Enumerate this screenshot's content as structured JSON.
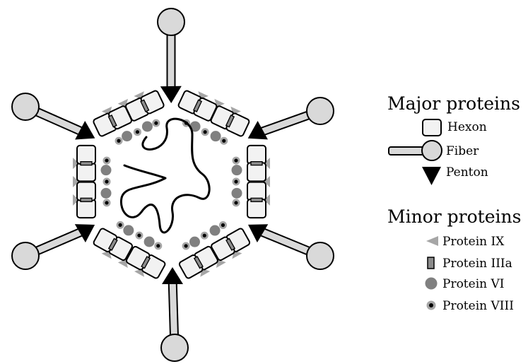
{
  "legend": {
    "major_title": "Major proteins",
    "major_items": [
      "Hexon",
      "Fiber",
      "Penton"
    ],
    "minor_title": "Minor proteins",
    "minor_items": [
      "Protein IX",
      "Protein IIIa",
      "Protein VI",
      "Protein VIII"
    ]
  },
  "colors": {
    "hexon_fill": "#f2f2f2",
    "fiber_fill": "#d9d9d9",
    "penton_fill": "#000000",
    "protein_ix": "#a6a6a6",
    "protein_iiia": "#8c8c8c",
    "protein_vi": "#808080",
    "protein_viii_ring": "#a6a6a6",
    "outline": "#000000"
  }
}
